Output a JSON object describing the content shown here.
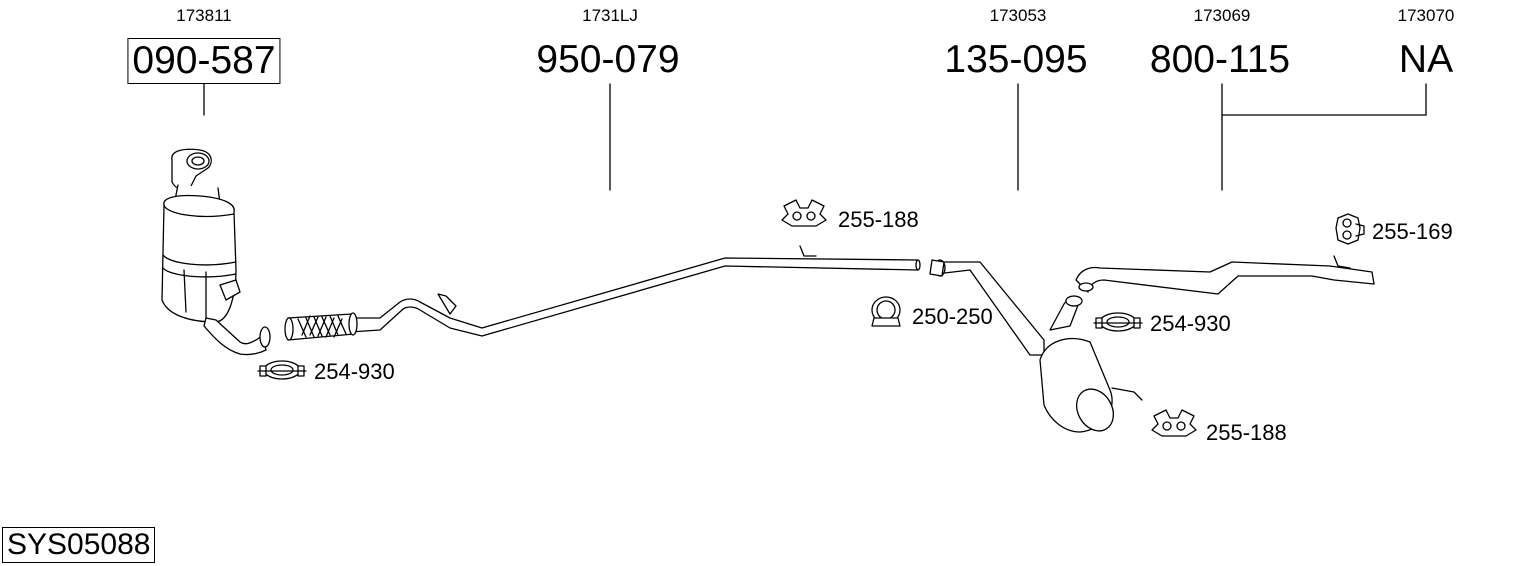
{
  "system_code": "SYS05088",
  "parts": [
    {
      "oe": "173811",
      "number": "090-587"
    },
    {
      "oe": "1731LJ",
      "number": "950-079"
    },
    {
      "oe": "173053",
      "number": "135-095"
    },
    {
      "oe": "173069",
      "number": "800-115"
    },
    {
      "oe": "173070",
      "number": "NA"
    }
  ],
  "accessories": [
    {
      "number": "254-930",
      "type": "clamp"
    },
    {
      "number": "255-188",
      "type": "rubber-mount"
    },
    {
      "number": "250-250",
      "type": "u-clamp"
    },
    {
      "number": "254-930",
      "type": "clamp"
    },
    {
      "number": "255-188",
      "type": "rubber-mount"
    },
    {
      "number": "255-169",
      "type": "rubber-mount"
    }
  ]
}
